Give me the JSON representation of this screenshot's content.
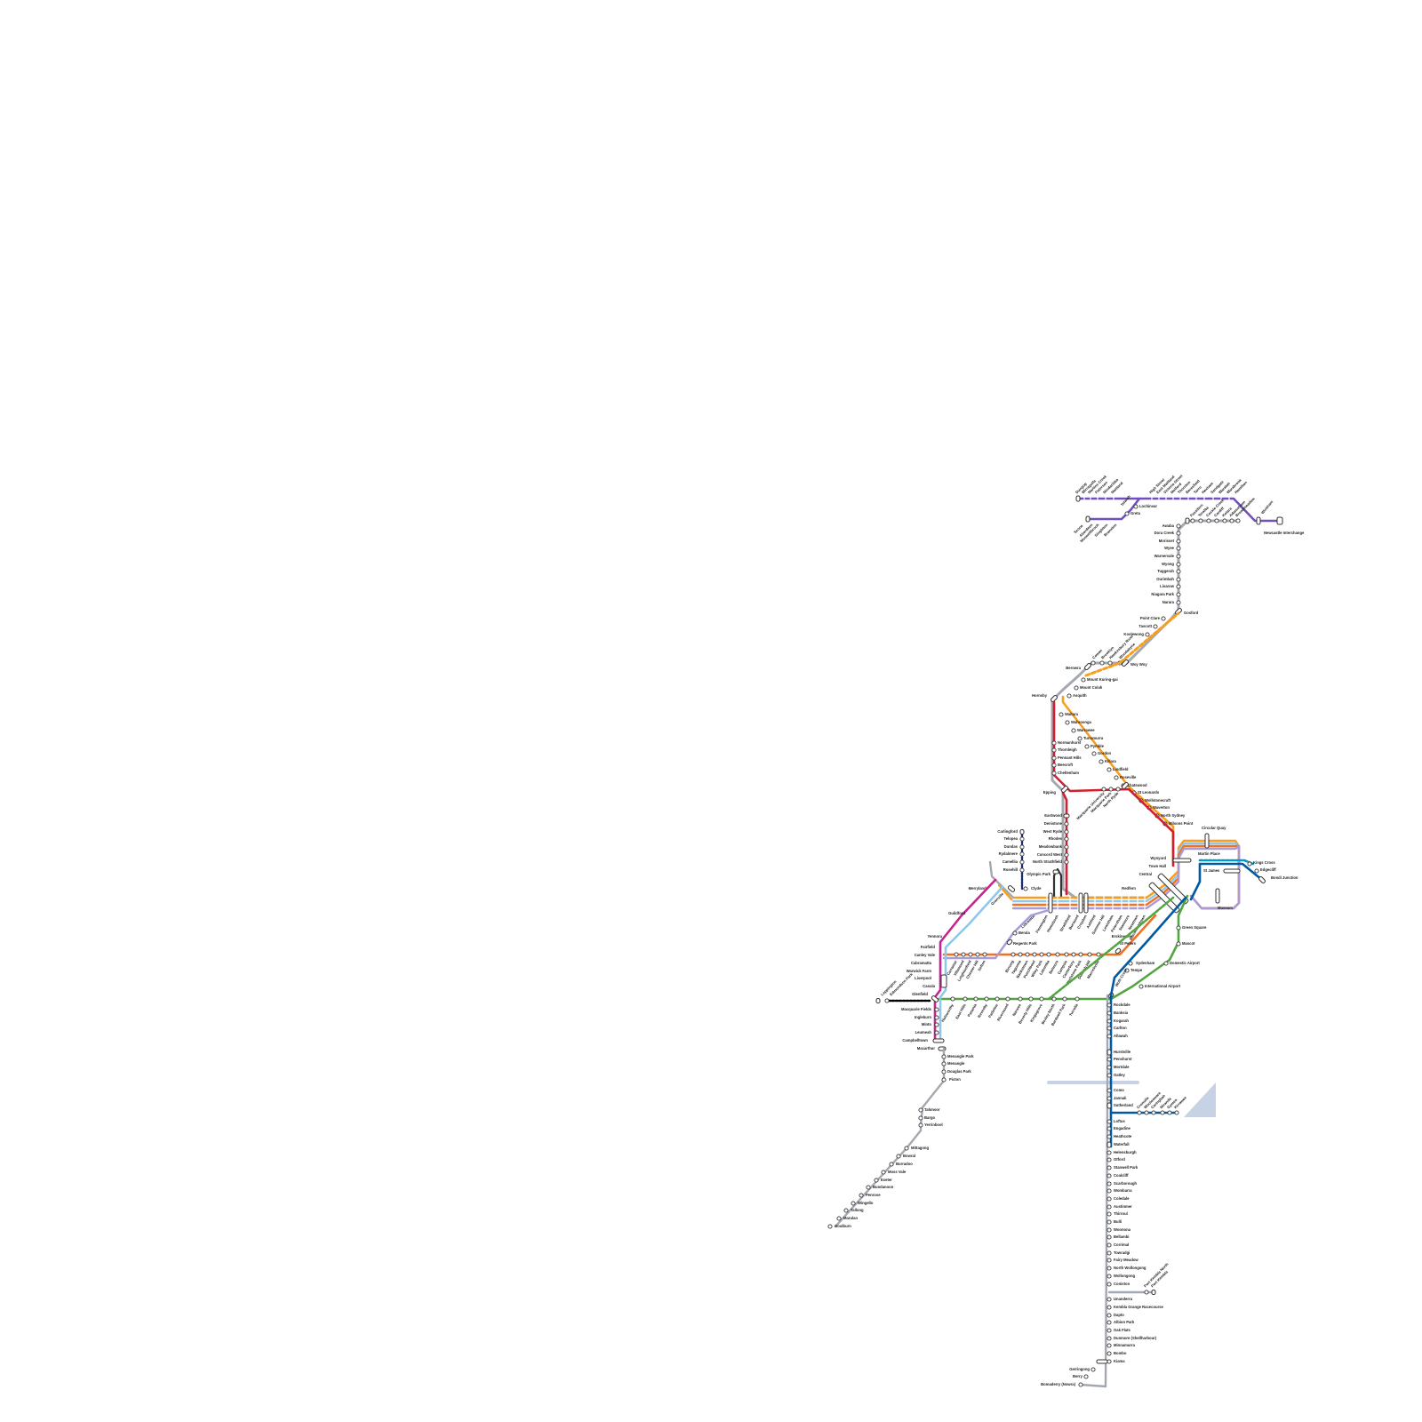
{
  "colors": {
    "T1": "#f99d1c",
    "T2": "#0098cd",
    "T3": "#f37021",
    "T4": "#005aa3",
    "T5": "#c4258f",
    "T6": "#7d3f98",
    "T7": "#6f818e",
    "T8": "#00954c",
    "T9": "#d11f2f",
    "CCN": "#d11f2f",
    "intercity": "#a3a8b1",
    "hunter": "#7050c0",
    "metro": "#168388",
    "light_blue": "#8fc8ea",
    "lilac": "#a89bd8",
    "green": "#52a540",
    "dark_navy": "#1b2e6e",
    "water": "#c7d3e4"
  },
  "stations": {
    "hunter": [
      "Dungog",
      "Wirragulla",
      "Martins Creek",
      "Paterson",
      "Mindaribba",
      "Maitland",
      "High Street",
      "East Maitland",
      "Victoria Street",
      "Metford",
      "Thornton",
      "Beresfield",
      "Tarro",
      "Hexham",
      "Sandgate",
      "Waratah",
      "Warabrook",
      "Hamilton",
      "Wickham",
      "Newcastle Interchange",
      "Telarah",
      "Lochinvar",
      "Greta",
      "Branxton",
      "Singleton",
      "Muswellbrook",
      "Aberdeen",
      "Scone"
    ],
    "central_coast": [
      "Fassifern",
      "Teralba",
      "Cockle Creek",
      "Cardiff",
      "Kotara",
      "Adamstown",
      "Broadmeadow",
      "Awaba",
      "Dora Creek",
      "Morisset",
      "Wyee",
      "Warnervale",
      "Wyong",
      "Tuggerah",
      "Ourimbah",
      "Lisarow",
      "Niagara Park",
      "Narara",
      "Gosford",
      "Point Clare",
      "Tascott",
      "Koolewong",
      "Woy Woy",
      "Wondabyne",
      "Hawkesbury River",
      "Brooklyn",
      "Cowan",
      "Berowra",
      "Mount Kuring-gai",
      "Mount Colah",
      "Asquith",
      "Hornsby"
    ],
    "north_shore": [
      "Waitara",
      "Wahroonga",
      "Warrawee",
      "Turramurra",
      "Pymble",
      "Gordon",
      "Killara",
      "Lindfield",
      "Roseville",
      "Chatswood",
      "St Leonards",
      "Wollstonecraft",
      "Waverton",
      "North Sydney",
      "Milsons Point"
    ],
    "northern": [
      "Normanhurst",
      "Thornleigh",
      "Pennant Hills",
      "Beecroft",
      "Cheltenham",
      "Epping",
      "Eastwood",
      "Denistone",
      "West Ryde",
      "Meadowbank",
      "Rhodes",
      "Concord West",
      "North Strathfield"
    ],
    "carlingford": [
      "Carlingford",
      "Telopea",
      "Dundas",
      "Rydalmere",
      "Camellia",
      "Rosehill",
      "Clyde"
    ],
    "olympic": [
      "Olympic Park",
      "Lidcombe"
    ],
    "city": [
      "Wynyard",
      "Town Hall",
      "Central",
      "Circular Quay",
      "Martin Place",
      "St James",
      "Museum",
      "Kings Cross",
      "Edgecliff",
      "Bondi Junction",
      "Redfern"
    ],
    "inner_west": [
      "Strathfield",
      "Burwood",
      "Croydon",
      "Ashfield",
      "Summer Hill",
      "Lewisham",
      "Petersham",
      "Stanmore",
      "Newtown",
      "Macdonaldtown",
      "Homebush",
      "Flemington",
      "Granville",
      "Auburn",
      "Berala",
      "Regents Park"
    ],
    "bankstown": [
      "Erskineville",
      "St Peters",
      "Sydenham",
      "Tempe",
      "Wolli Creek",
      "Arncliffe",
      "Marrickville",
      "Dulwich Hill",
      "Hurlstone Park",
      "Canterbury",
      "Campsie",
      "Belmore",
      "Lakemba",
      "Wiley Park",
      "Punchbowl",
      "Bankstown",
      "Yagoona",
      "Birrong",
      "Sefton",
      "Chester Hill",
      "Leightonfield",
      "Villawood",
      "Carramar"
    ],
    "airport": [
      "Green Square",
      "Mascot",
      "Domestic Airport",
      "International Airport"
    ],
    "west": [
      "Merrylands",
      "Guildford",
      "Yennora",
      "Fairfield",
      "Canley Vale",
      "Cabramatta",
      "Warwick Farm",
      "Liverpool",
      "Casula",
      "Glenfield",
      "Macquarie Fields",
      "Ingleburn",
      "Minto",
      "Leumeah",
      "Campbelltown",
      "Macarthur",
      "Menangle Park",
      "Menangle",
      "Douglas Park",
      "Picton",
      "Leppington",
      "Edmondson Park",
      "Harris Park",
      "Granville"
    ],
    "east_hills": [
      "Holsworthy",
      "East Hills",
      "Panania",
      "Revesby",
      "Padstow",
      "Riverwood",
      "Narwee",
      "Beverly Hills",
      "Kingsgrove",
      "Bexley North",
      "Bardwell Park",
      "Turrella"
    ],
    "illawarra": [
      "Rockdale",
      "Banksia",
      "Kogarah",
      "Carlton",
      "Allawah",
      "Hurstville",
      "Penshurst",
      "Mortdale",
      "Oatley",
      "Como",
      "Jannali",
      "Sutherland",
      "Loftus",
      "Engadine",
      "Heathcote",
      "Waterfall",
      "Helensburgh",
      "Otford",
      "Stanwell Park",
      "Coalcliff",
      "Scarborough",
      "Wombarra",
      "Coledale",
      "Austinmer",
      "Thirroul",
      "Bulli",
      "Woonona",
      "Bellambi",
      "Corrimal",
      "Towradgi",
      "Fairy Meadow",
      "North Wollongong",
      "Wollongong",
      "Coniston",
      "Unanderra",
      "Kembla Grange Racecourse",
      "Dapto",
      "Albion Park",
      "Oak Flats",
      "Dunmore (Shellharbour)",
      "Minnamurra",
      "Bombo",
      "Kiama",
      "Gerringong",
      "Berry",
      "Bomaderry (Nowra)",
      "Port Kembla",
      "Port Kembla North",
      "Cronulla",
      "Woolooware",
      "Caringbah",
      "Miranda",
      "Gymea",
      "Kirrawee",
      "Lidcombe"
    ],
    "southern": [
      "Tahmoor",
      "Bargo",
      "Yerrinbool",
      "Mittagong",
      "Bowral",
      "Burradoo",
      "Moss Vale",
      "Exeter",
      "Bundanoon",
      "Penrose",
      "Wingello",
      "Tallong",
      "Marulan",
      "Goulburn"
    ],
    "metro": [
      "Macquarie University",
      "Macquarie Park",
      "North Ryde"
    ]
  }
}
